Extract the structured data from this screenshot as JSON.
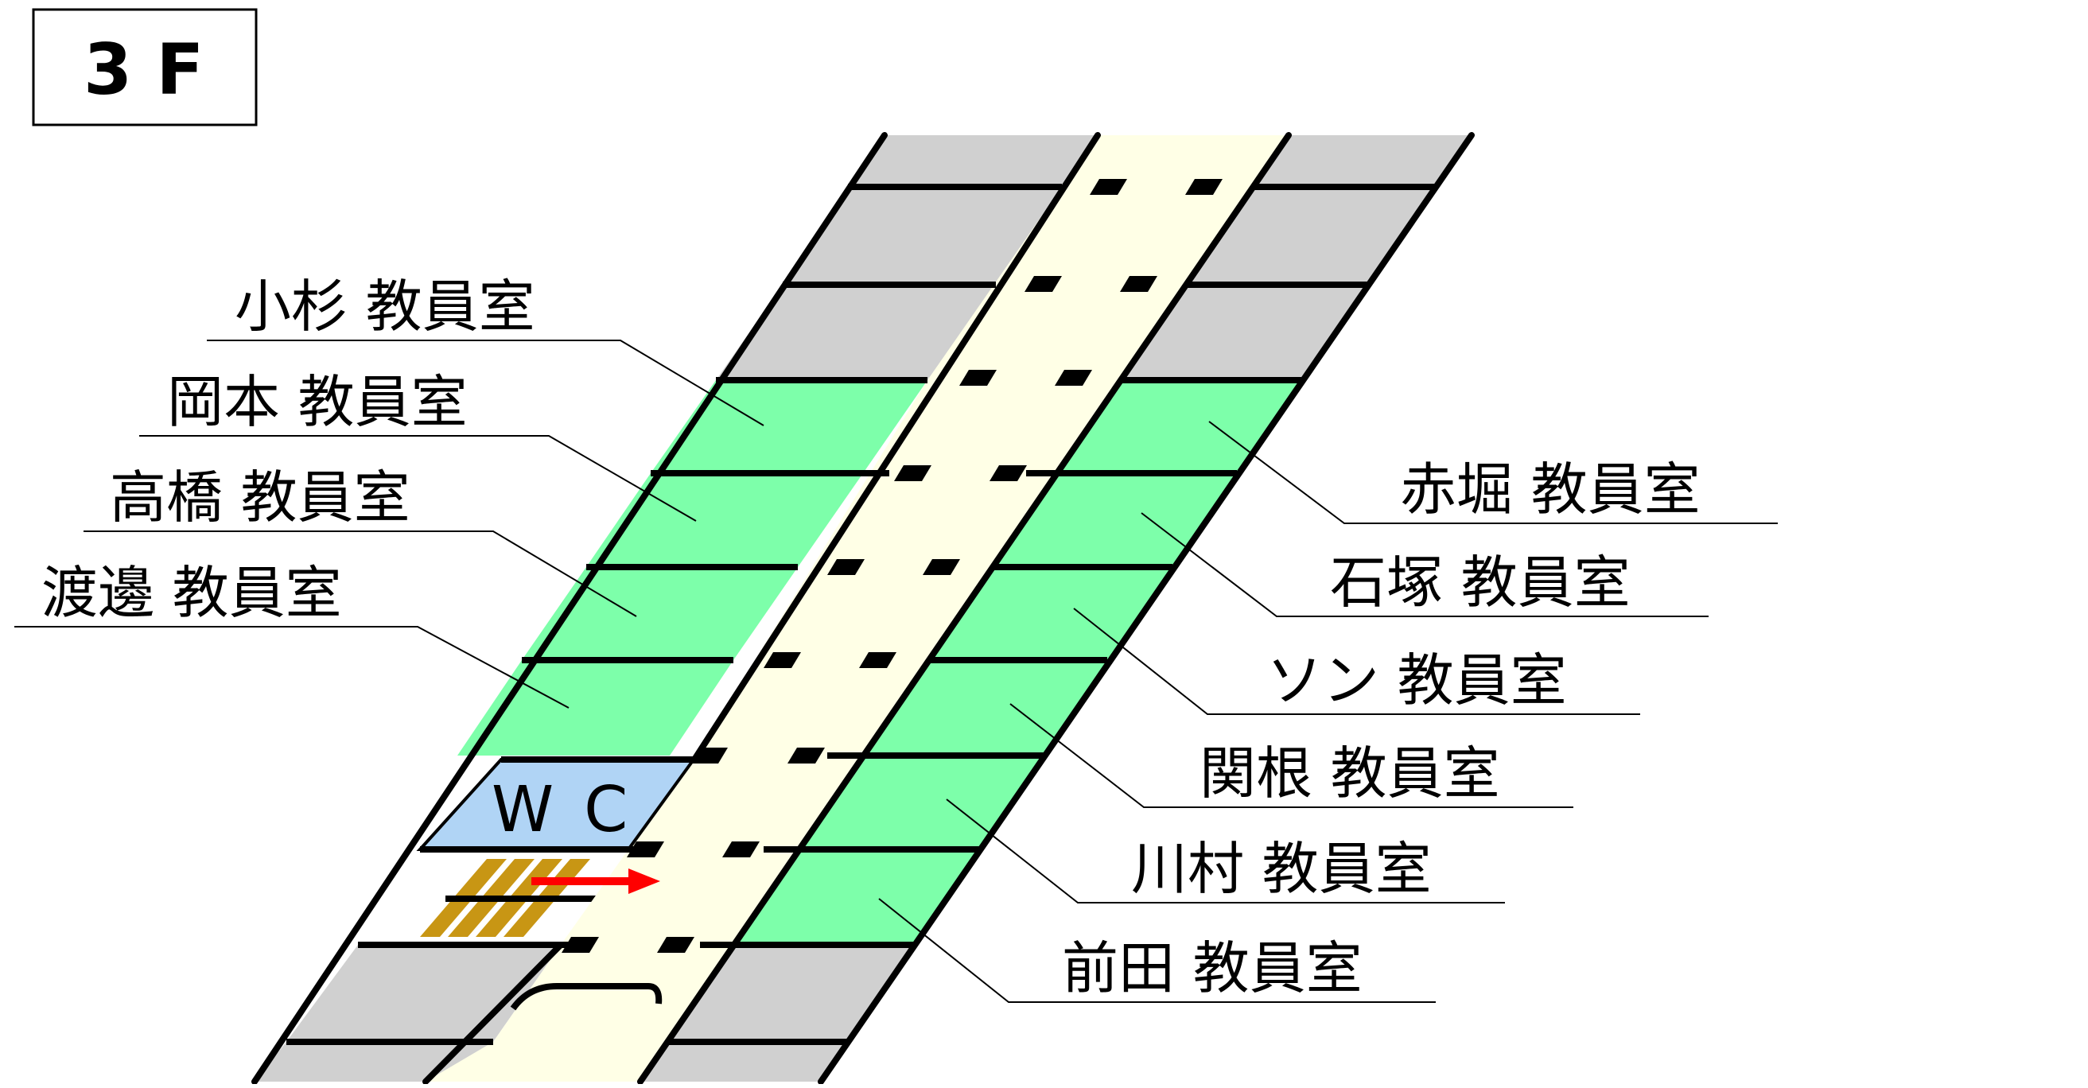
{
  "floor": "3F",
  "wc_label": "WC",
  "colors": {
    "office": "#7dffaa",
    "storage": "#d0d0d0",
    "corridor": "#ffffe6",
    "wc": "#b0d4f5",
    "stairs": "#c89614",
    "arrow": "#ff0000"
  },
  "left_labels": [
    "小杉 教員室",
    "岡本 教員室",
    "高橋 教員室",
    "渡邊 教員室"
  ],
  "right_labels": [
    "赤堀 教員室",
    "石塚 教員室",
    "ソン 教員室",
    "関根 教員室",
    "川村 教員室",
    "前田 教員室"
  ]
}
